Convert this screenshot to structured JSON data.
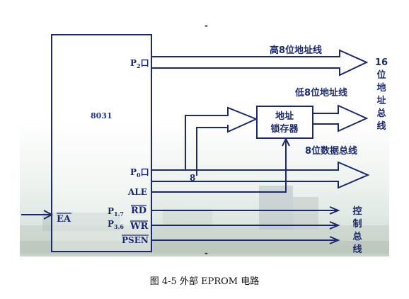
{
  "chip": {
    "name": "8031",
    "pins": {
      "p2": "P",
      "p2_sub": "2",
      "p2_port": "口",
      "p0": "P",
      "p0_sub": "0",
      "p0_port": "口",
      "ale": "ALE",
      "p17": "P",
      "p17_sub": "1.7",
      "rd": "RD",
      "p36": "P",
      "p36_sub": "3.6",
      "wr": "WR",
      "psen": "PSEN",
      "ea": "EA"
    }
  },
  "labels": {
    "high_addr": "高8位地址线",
    "low_addr": "低8位地址线",
    "data_bus": "8位数据总线",
    "latch_line1": "地址",
    "latch_line2": "锁存器",
    "bus_width": "8",
    "addr_bus": [
      "16",
      "位",
      "地",
      "址",
      "总",
      "线"
    ],
    "ctrl_bus": [
      "控",
      "制",
      "总",
      "线"
    ],
    "top_marker": "-",
    "bottom_marker": "-"
  },
  "caption": "图 4-5  外部 EPROM 电路",
  "colors": {
    "line": "#1c2a6c",
    "chip_name": "#2233aa",
    "bg_sky": "#dfeaf0",
    "bg_ground": "#c9d6cf"
  }
}
